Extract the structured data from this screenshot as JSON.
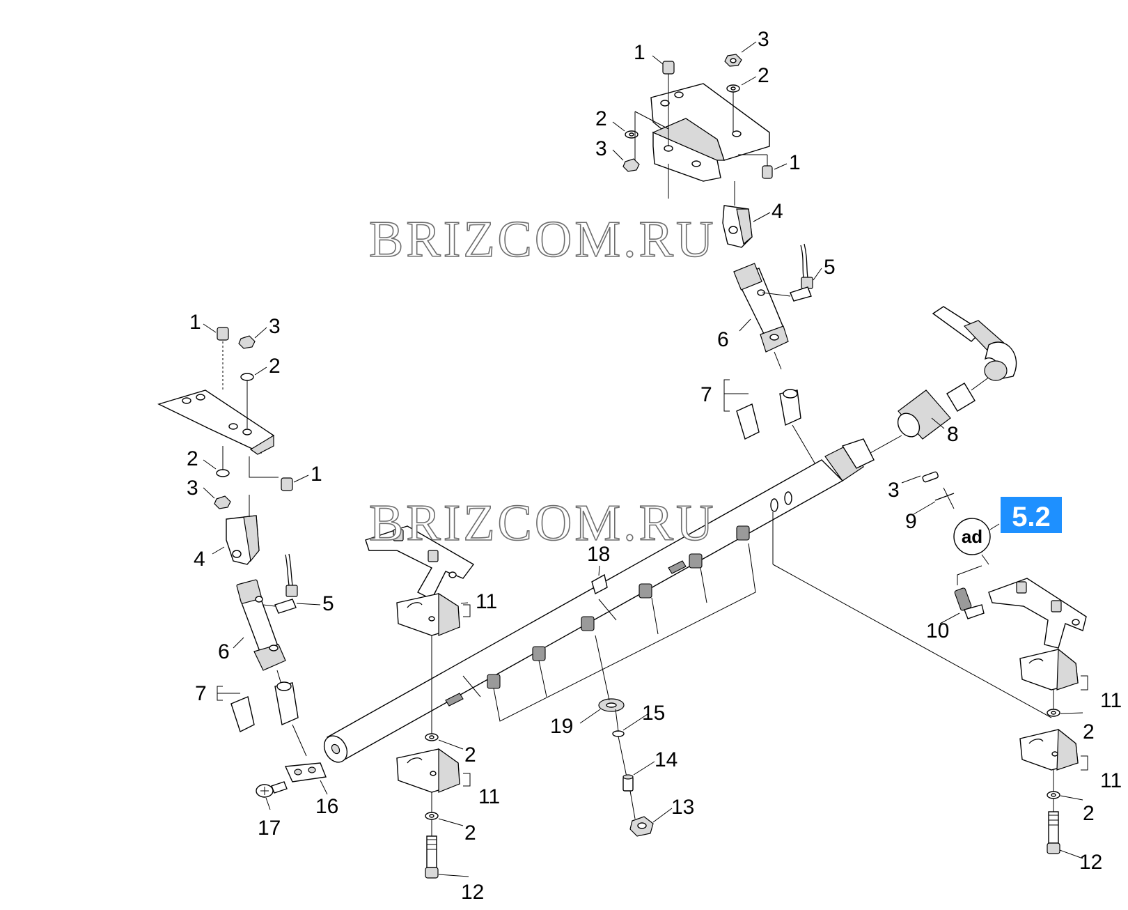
{
  "watermarks": [
    "BRIZCOM.RU",
    "BRIZCOM.RU"
  ],
  "badge": {
    "label": "5.2",
    "color": "#1e90ff"
  },
  "ad_marker": "ad",
  "callouts": {
    "top_1a": "1",
    "top_3a": "3",
    "top_2a": "2",
    "top_2b": "2",
    "top_3b": "3",
    "top_1b": "1",
    "top_4": "4",
    "right_5": "5",
    "right_6": "6",
    "right_7": "7",
    "right_8": "8",
    "left_1a": "1",
    "left_3a": "3",
    "left_2a": "2",
    "left_2b": "2",
    "left_3b": "3",
    "left_1b": "1",
    "left_4": "4",
    "left_5": "5",
    "left_6": "6",
    "left_7": "7",
    "mid_18": "18",
    "mid_11": "11",
    "mid_19": "19",
    "mid_15": "15",
    "mid_14": "14",
    "mid_13": "13",
    "low_2a": "2",
    "low_11": "11",
    "low_2b": "2",
    "low_12": "12",
    "low_16": "16",
    "low_17": "17",
    "far_3": "3",
    "far_9": "9",
    "far_10": "10",
    "far_11a": "11",
    "far_2a": "2",
    "far_11b": "11",
    "far_2b": "2",
    "far_12": "12"
  }
}
